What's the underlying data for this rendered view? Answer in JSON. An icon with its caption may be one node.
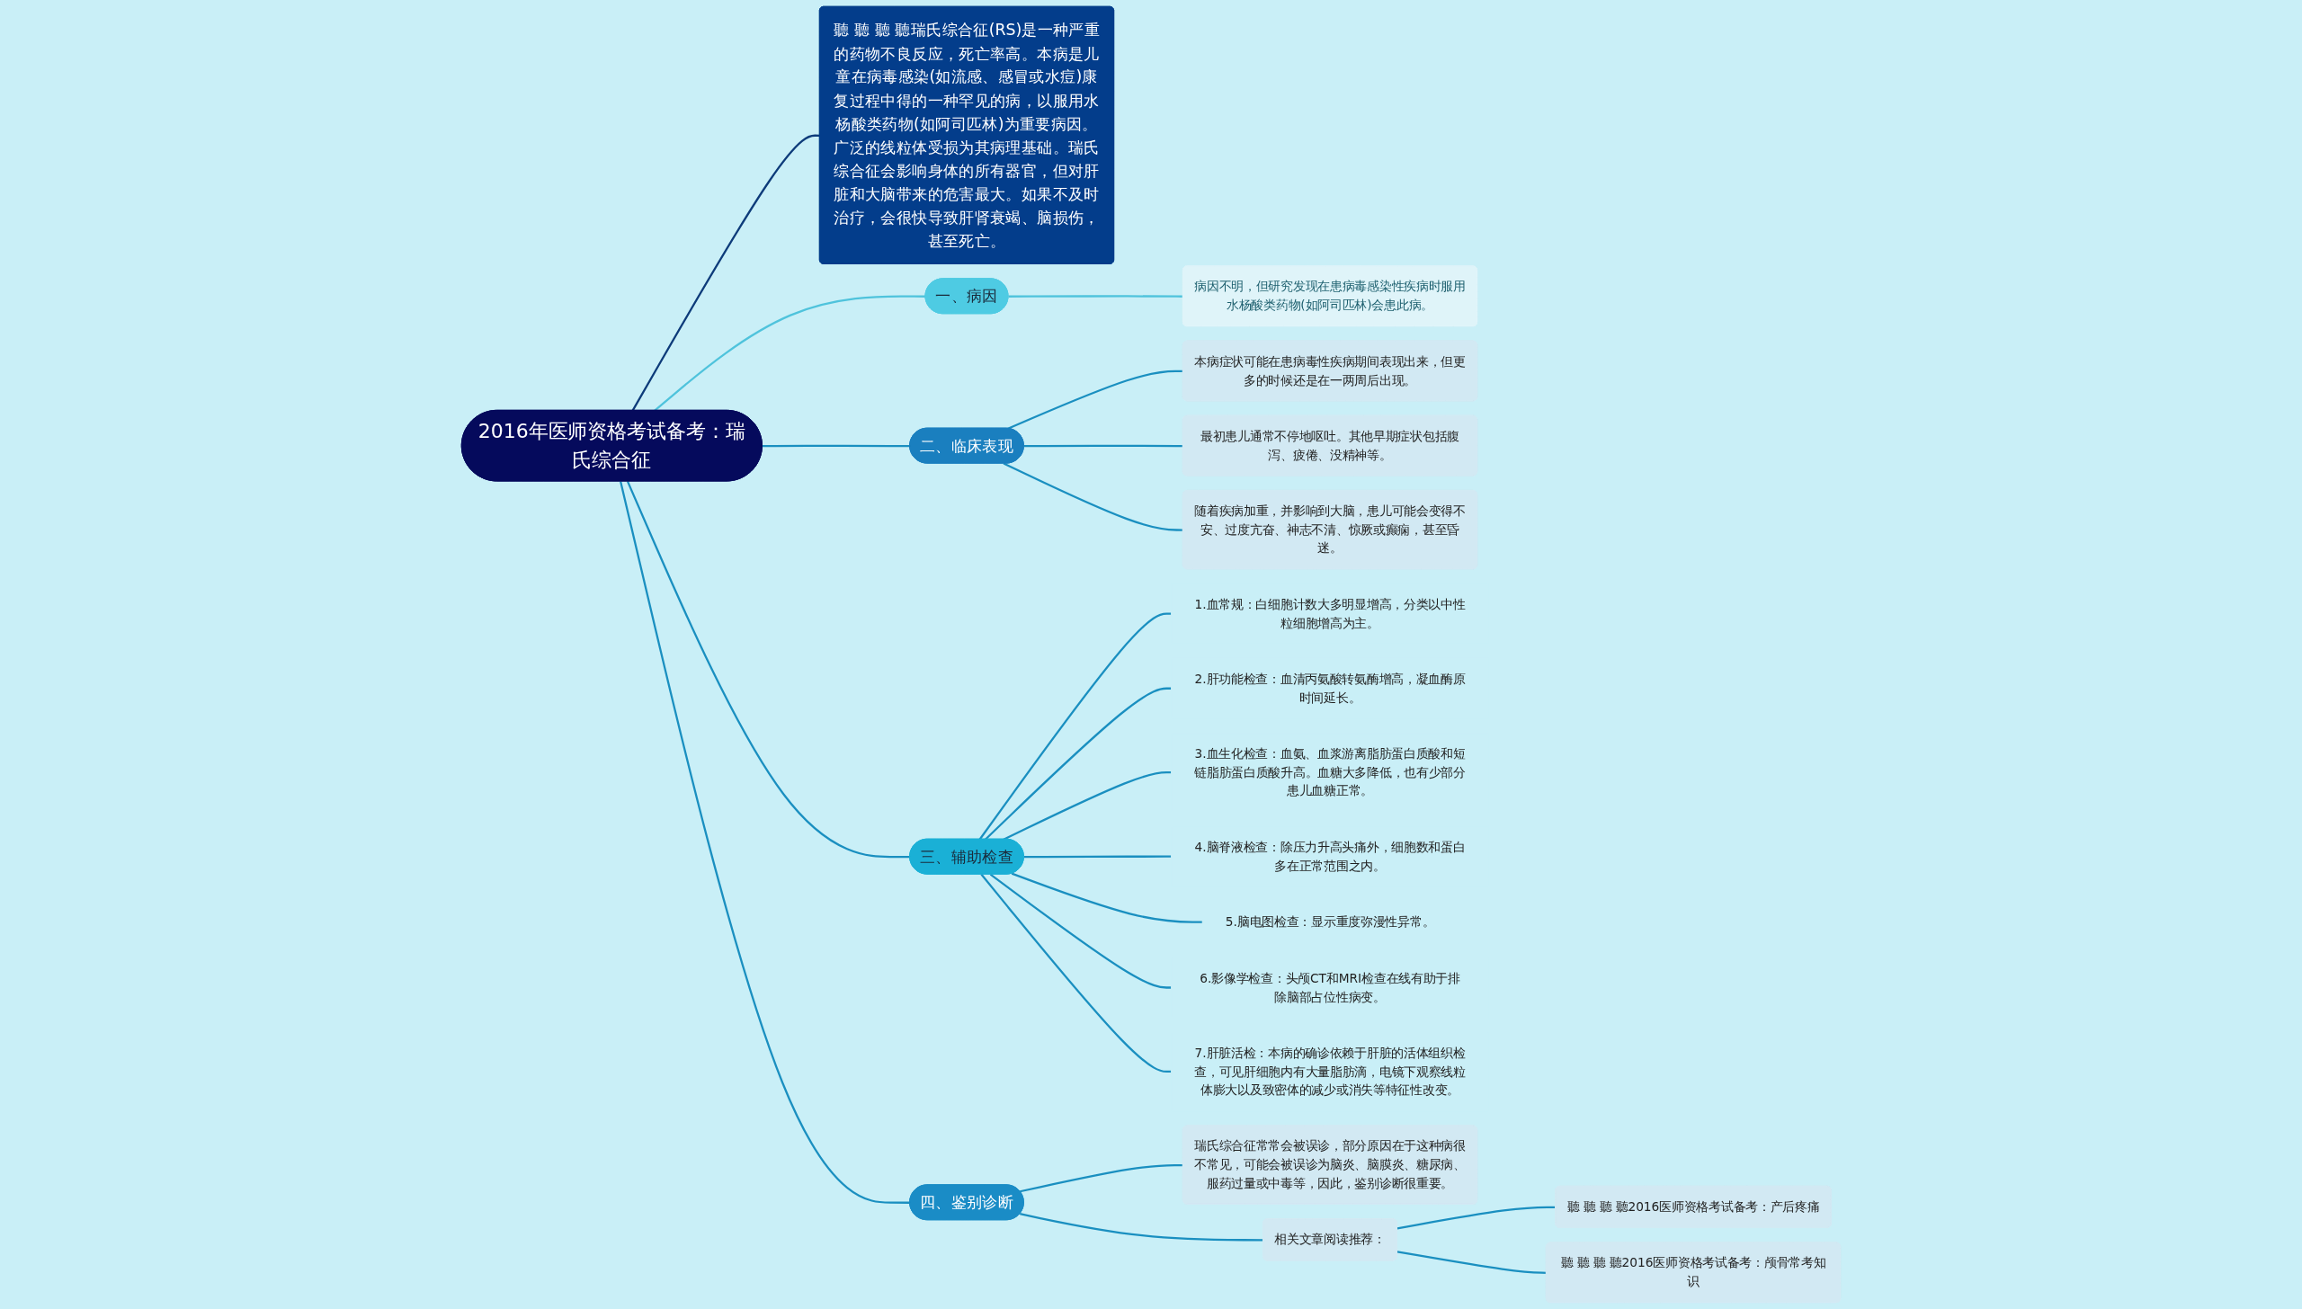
{
  "diagram": {
    "nodes": [
      {
        "text": [
          "2016年医师资格考试备考：瑞氏综合征"
        ]
      },
      {
        "text": [
          "聽 聽 聽 聽瑞氏综合征(RS)是一种严重的药物不良反应，死亡率高。本病是儿童在病毒感染(如流感、感冒或水痘)康复过程中得的一种罕见的病，以服用水杨酸类药物(如阿司匹林)为重要病因。广泛的线粒体受损为其病理基础。瑞氏综合征会影响身体的所有器官，但对肝脏和大脑带来的危害最大。如果不及时治疗，会很快导致肝肾衰竭、脑损伤，甚至死亡。"
        ]
      },
      {
        "text": [
          "一、病因"
        ]
      },
      {
        "text": [
          "病因不明，但研究发现在患病毒感染性疾病时服用水杨酸类药物(如阿司匹林)会患此病。"
        ]
      },
      {
        "text": [
          "二、临床表现"
        ]
      },
      {
        "text": [
          "本病症状可能在患病毒性疾病期间表现出来，但更多的时候还是在一两周后出现。"
        ]
      },
      {
        "text": [
          "最初患儿通常不停地呕吐。其他早期症状包括腹泻、疲倦、没精神等。"
        ]
      },
      {
        "text": [
          "随着疾病加重，并影响到大脑，患儿可能会变得不安、过度亢奋、神志不清、惊厥或癫痫，甚至昏迷。"
        ]
      },
      {
        "text": [
          "三、辅助检查"
        ]
      },
      {
        "text": [
          "1.血常规：白细胞计数大多明显增高，分类以中性粒细胞增高为主。"
        ]
      },
      {
        "text": [
          "2.肝功能检查：血清丙氨酸转氨酶增高，凝血酶原时间延长。"
        ]
      },
      {
        "text": [
          "3.血生化检查：血氨、血浆游离脂肪蛋白质酸和短链脂肪蛋白质酸升高。血糖大多降低，也有少部分患儿血糖正常。"
        ]
      },
      {
        "text": [
          "4.脑脊液检查：除压力升高头痛外，细胞数和蛋白多在正常范围之内。"
        ]
      },
      {
        "text": [
          "5.脑电图检查：显示重度弥漫性异常。"
        ]
      },
      {
        "text": [
          "6.影像学检查：头颅CT和MRI检查在线有助于排除脑部占位性病变。"
        ]
      },
      {
        "text": [
          "7.肝脏活检：本病的确诊依赖于肝脏的活体组织检查，可见肝细胞内有大量脂肪滴，电镜下观察线粒体膨大以及致密体的减少或消失等特征性改变。"
        ]
      },
      {
        "text": [
          "四、鉴别诊断"
        ]
      },
      {
        "text": [
          "瑞氏综合征常常会被误诊，部分原因在于这种病很不常见，可能会被误诊为脑炎、脑膜炎、糖尿病、服药过量或中毒等，因此，鉴别诊断很重要。"
        ]
      },
      {
        "text": [
          "相关文章阅读推荐："
        ]
      },
      {
        "text": [
          "聽 聽 聽 聽2016医师资格考试备考：产后疼痛"
        ]
      },
      {
        "text": [
          "聽 聽 聽 聽2016医师资格考试备考：颅骨常考知识"
        ]
      }
    ],
    "edges": [
      {
        "from": 0,
        "to": 1,
        "arrow": "none",
        "color": "#0d3b7a"
      },
      {
        "from": 0,
        "to": 2,
        "arrow": "none",
        "color": "#4fc3dc"
      },
      {
        "from": 2,
        "to": 3,
        "arrow": "none",
        "color": "#4fc3dc"
      },
      {
        "from": 0,
        "to": 4,
        "arrow": "none"
      },
      {
        "from": 4,
        "to": 5,
        "arrow": "none"
      },
      {
        "from": 4,
        "to": 6,
        "arrow": "none"
      },
      {
        "from": 4,
        "to": 7,
        "arrow": "none"
      },
      {
        "from": 0,
        "to": 8,
        "arrow": "none"
      },
      {
        "from": 8,
        "to": 9,
        "arrow": "none"
      },
      {
        "from": 8,
        "to": 10,
        "arrow": "none"
      },
      {
        "from": 8,
        "to": 11,
        "arrow": "none"
      },
      {
        "from": 8,
        "to": 12,
        "arrow": "none"
      },
      {
        "from": 8,
        "to": 13,
        "arrow": "none"
      },
      {
        "from": 8,
        "to": 14,
        "arrow": "none"
      },
      {
        "from": 8,
        "to": 15,
        "arrow": "none"
      },
      {
        "from": 0,
        "to": 16,
        "arrow": "none"
      },
      {
        "from": 16,
        "to": 17,
        "arrow": "none"
      },
      {
        "from": 16,
        "to": 18,
        "arrow": "none"
      },
      {
        "from": 18,
        "to": 19,
        "arrow": "none"
      },
      {
        "from": 18,
        "to": 20,
        "arrow": "none"
      }
    ]
  }
}
